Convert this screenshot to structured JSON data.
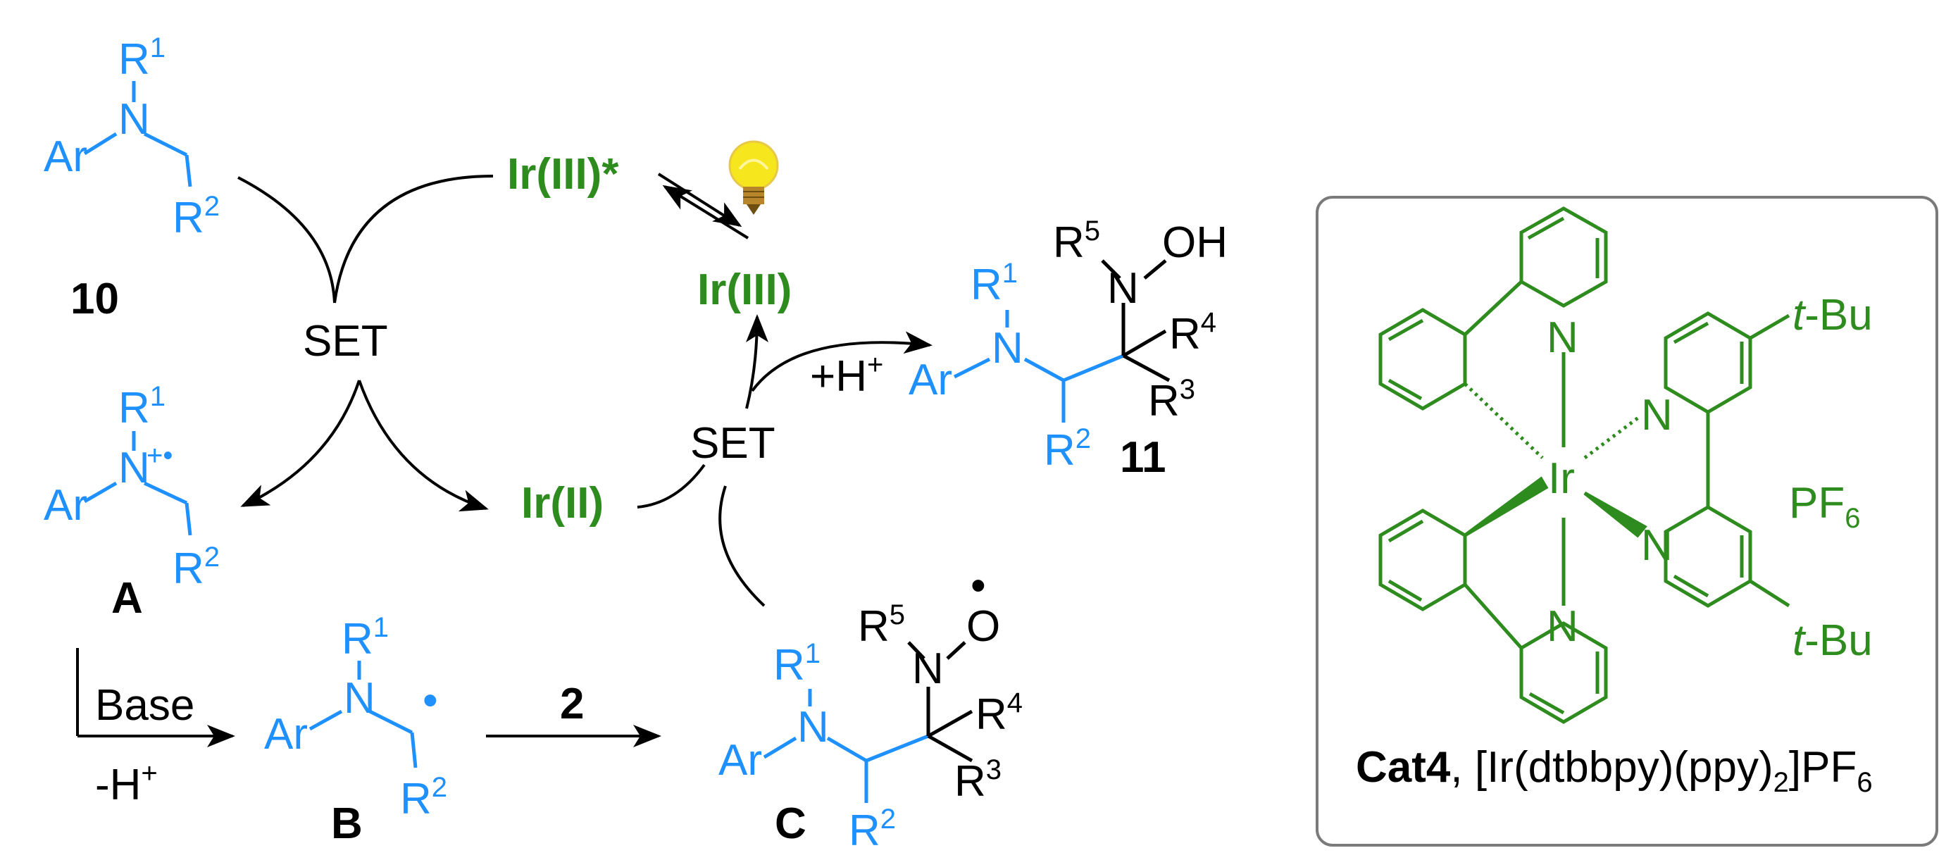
{
  "colors": {
    "substrate": "#1E90FF",
    "catalyst": "#2E8B1E",
    "reagent": "#000000",
    "bulb": "#F5E61E",
    "box_border": "#7A7A7A"
  },
  "compounds": {
    "c10": {
      "label": "10",
      "ar": "Ar",
      "n": "N",
      "r1": "R",
      "r1_sup": "1",
      "r2": "R",
      "r2_sup": "2"
    },
    "cA": {
      "label": "A",
      "ar": "Ar",
      "n": "N",
      "charge": "+•",
      "r1": "R",
      "r1_sup": "1",
      "r2": "R",
      "r2_sup": "2"
    },
    "cB": {
      "label": "B",
      "ar": "Ar",
      "n": "N",
      "radical": "•",
      "r1": "R",
      "r1_sup": "1",
      "r2": "R",
      "r2_sup": "2"
    },
    "cC": {
      "label": "C",
      "ar": "Ar",
      "n": "N",
      "r1": "R",
      "r1_sup": "1",
      "r2": "R",
      "r2_sup": "2",
      "r3": "R",
      "r3_sup": "3",
      "r4": "R",
      "r4_sup": "4",
      "r5": "R",
      "r5_sup": "5",
      "n2": "N",
      "o": "O",
      "o_radical": "•"
    },
    "c11": {
      "label": "11",
      "ar": "Ar",
      "n": "N",
      "r1": "R",
      "r1_sup": "1",
      "r2": "R",
      "r2_sup": "2",
      "r3": "R",
      "r3_sup": "3",
      "r4": "R",
      "r4_sup": "4",
      "r5": "R",
      "r5_sup": "5",
      "n2": "N",
      "oh": "OH"
    }
  },
  "cycle": {
    "ir3_star": "Ir(III)*",
    "ir3": "Ir(III)",
    "ir2": "Ir(II)",
    "set_left": "SET",
    "set_right": "SET",
    "plus_h": "+H",
    "plus_h_sup": "+",
    "bulb_icon": "light-bulb-icon"
  },
  "bottom_row": {
    "base": "Base",
    "minus_h": "-H",
    "minus_h_sup": "+",
    "reagent_2": "2"
  },
  "catalyst_box": {
    "ir": "Ir",
    "n": "N",
    "tbu": "t-Bu",
    "tbu_t": "t",
    "tbu_rest": "-Bu",
    "pf6": "PF",
    "pf6_sub": "6",
    "caption_bold": "Cat4",
    "caption_rest_1": ", [Ir(dtbbpy)(ppy)",
    "caption_sub_2": "2",
    "caption_rest_2": "]PF",
    "caption_sub_6": "6"
  }
}
